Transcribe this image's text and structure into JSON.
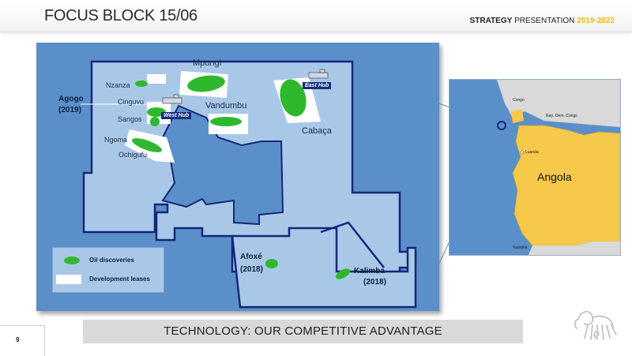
{
  "header": {
    "title": "FOCUS BLOCK 15/06",
    "strategy": "STRATEGY",
    "presentation": "PRESENTATION",
    "years": "2019-2022"
  },
  "map": {
    "labels": {
      "mpungi": "Mpungi",
      "nzanza": "Nzanza",
      "agogo": "Agogo",
      "agogo_year": "(2019)",
      "cinguvu": "Cinguvu",
      "sangos": "Sangos",
      "vandumbu": "Vandumbu",
      "ngoma": "Ngoma",
      "ochigufu": "Ochigufu",
      "cabaca": "Cabaça",
      "afoxe": "Afoxé",
      "afoxe_year": "(2018)",
      "kalimba": "Kalimba",
      "kalimba_year": "(2018)"
    },
    "hubs": {
      "west": "West Hub",
      "east": "East Hub"
    },
    "legend": {
      "oil": "Oil discoveries",
      "dev": "Development leases"
    },
    "colors": {
      "sea": "#5b8fc9",
      "block": "#a9c8e8",
      "border": "#14277a",
      "oil": "#2eb82e"
    }
  },
  "inset": {
    "congo": "Congo",
    "rdc": "Rep. Dem. Congo",
    "luanda": "Luanda",
    "angola": "Angola",
    "namibia": "Namibia",
    "colors": {
      "country": "#f7c94b",
      "sea": "#5a90c9"
    }
  },
  "banner": "TECHNOLOGY: OUR COMPETITIVE ADVANTAGE",
  "page_number": "9"
}
